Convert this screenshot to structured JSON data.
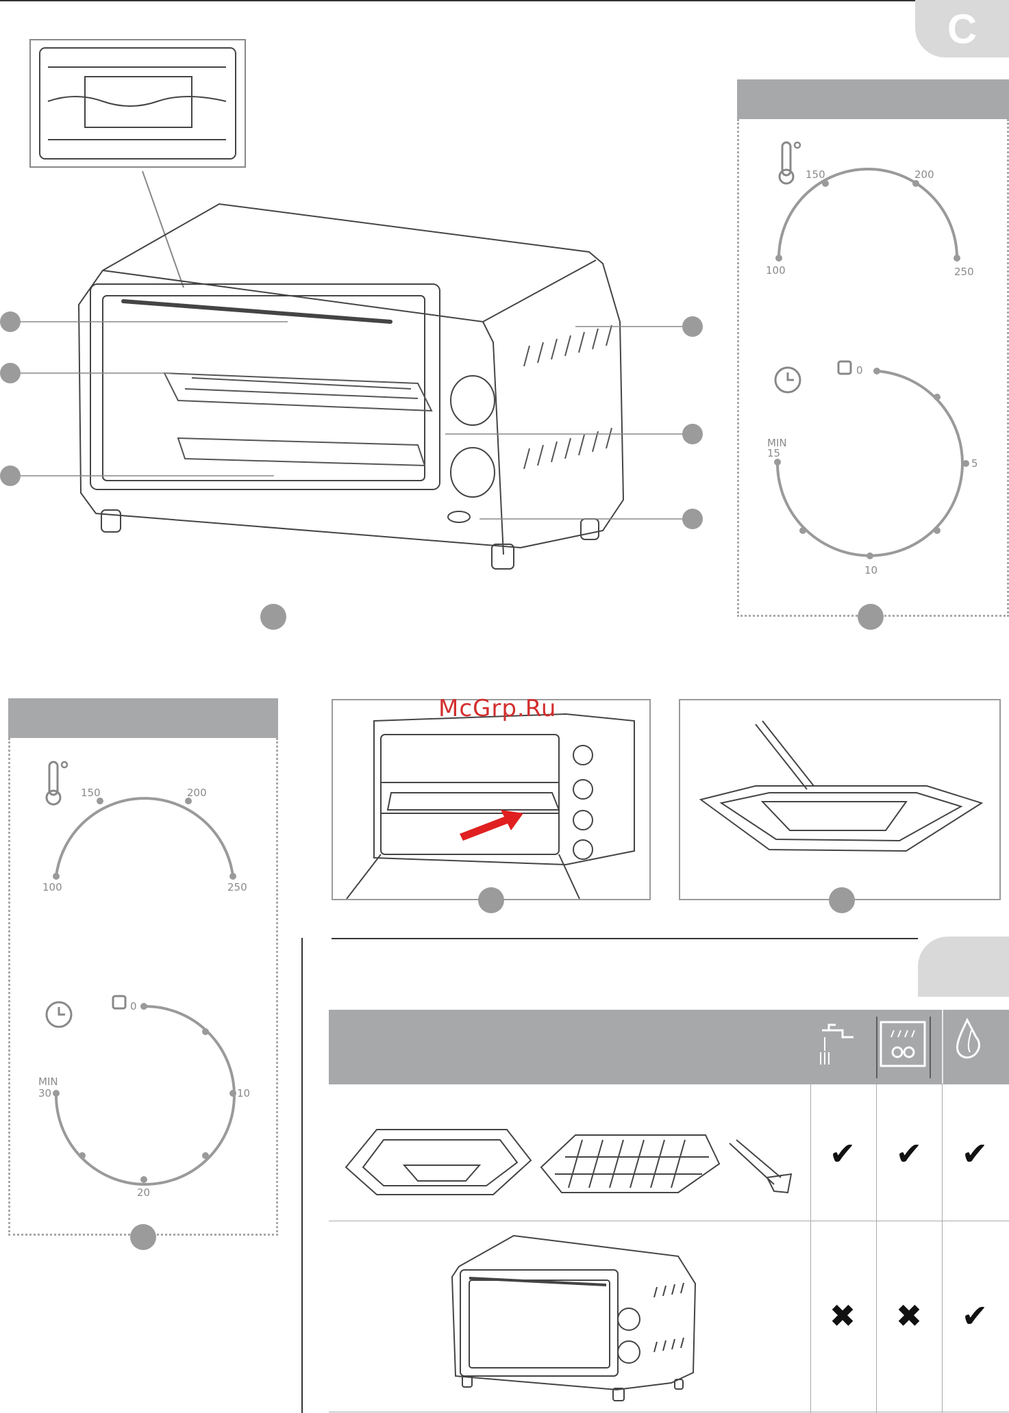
{
  "page": {
    "section_letter": "C",
    "watermark": "McGrp.Ru"
  },
  "dial_panel_right": {
    "temperature_labels": [
      "100",
      "150",
      "200",
      "250"
    ],
    "timer_labels": {
      "start": "0",
      "min": "MIN",
      "values": [
        "5",
        "10",
        "15"
      ]
    }
  },
  "dial_panel_left": {
    "temperature_labels": [
      "100",
      "150",
      "200",
      "250"
    ],
    "timer_labels": {
      "start": "0",
      "min": "MIN",
      "values": [
        "10",
        "20",
        "30"
      ]
    }
  },
  "cleaning_table": {
    "columns": [
      {
        "icon": "tap-water-icon"
      },
      {
        "icon": "dishwasher-icon"
      },
      {
        "icon": "sponge-icon"
      }
    ],
    "rows": [
      {
        "items": "accessories",
        "marks": [
          "✔",
          "✔",
          "✔"
        ]
      },
      {
        "items": "oven",
        "marks": [
          "✖",
          "✖",
          "✔"
        ]
      }
    ]
  }
}
